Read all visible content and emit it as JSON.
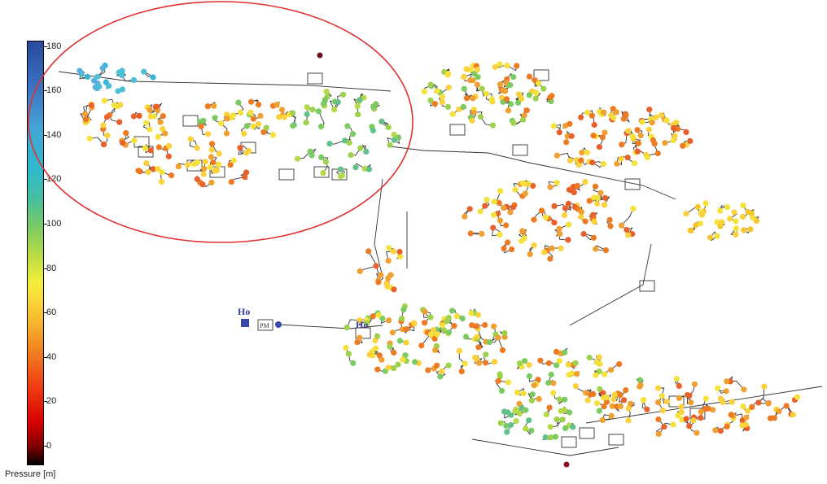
{
  "colorbar": {
    "label": "Pressure [m]",
    "ticks": [
      "180",
      "160",
      "140",
      "120",
      "100",
      "80",
      "60",
      "40",
      "20",
      "0"
    ],
    "range": [
      -10,
      185
    ],
    "colors": [
      "#000000",
      "#d80000",
      "#f07a20",
      "#fbd23b",
      "#f4ef3b",
      "#7ccb62",
      "#45bea0",
      "#2fb9cf",
      "#3b73c0",
      "#2a4a9e"
    ]
  },
  "labels": {
    "source_main": "Ho",
    "source_secondary": "Ho",
    "meter": "PM"
  },
  "highlight": {
    "shape": "ellipse",
    "color": "#e03030"
  },
  "legend_colors": {
    "pipe": "#333333",
    "node_outline": "none"
  }
}
